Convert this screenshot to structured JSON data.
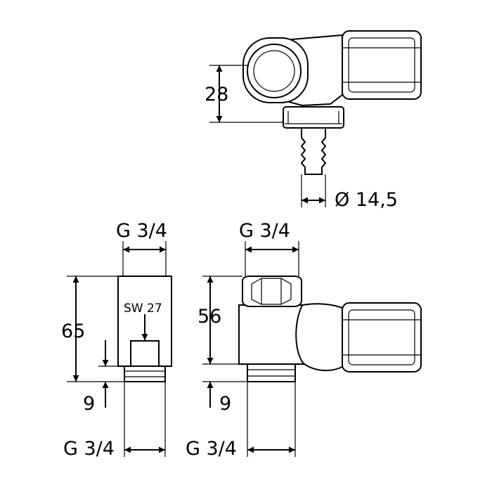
{
  "diagram": {
    "top_view": {
      "height_dim": "28",
      "outlet_diameter": "Ø 14,5"
    },
    "left_view": {
      "top_thread": "G 3/4",
      "height_dim": "65",
      "wrench_size": "SW 27",
      "thread_length": "9",
      "bottom_thread": "G 3/4"
    },
    "right_view": {
      "top_thread": "G 3/4",
      "height_dim": "56",
      "thread_length": "9",
      "bottom_thread": "G 3/4"
    }
  }
}
